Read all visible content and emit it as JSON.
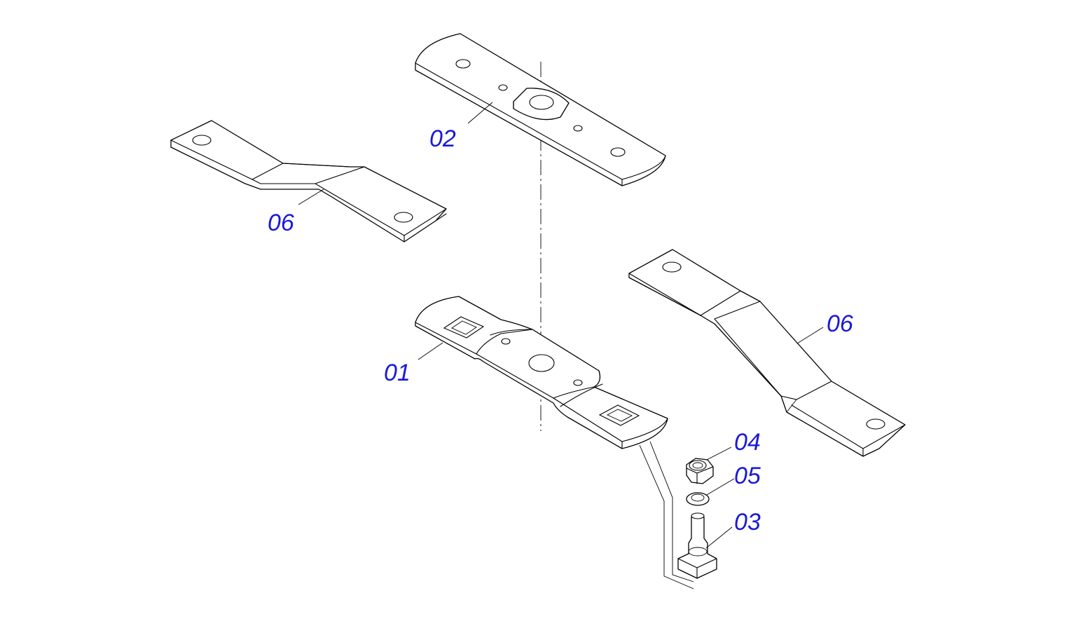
{
  "callouts": [
    {
      "id": "c01",
      "label": "01"
    },
    {
      "id": "c02",
      "label": "02"
    },
    {
      "id": "c03",
      "label": "03"
    },
    {
      "id": "c04",
      "label": "04"
    },
    {
      "id": "c05",
      "label": "05"
    },
    {
      "id": "c06a",
      "label": "06"
    },
    {
      "id": "c06b",
      "label": "06"
    }
  ],
  "colors": {
    "callout_text": "#1a1ad6",
    "line": "#000000",
    "background": "#ffffff"
  }
}
